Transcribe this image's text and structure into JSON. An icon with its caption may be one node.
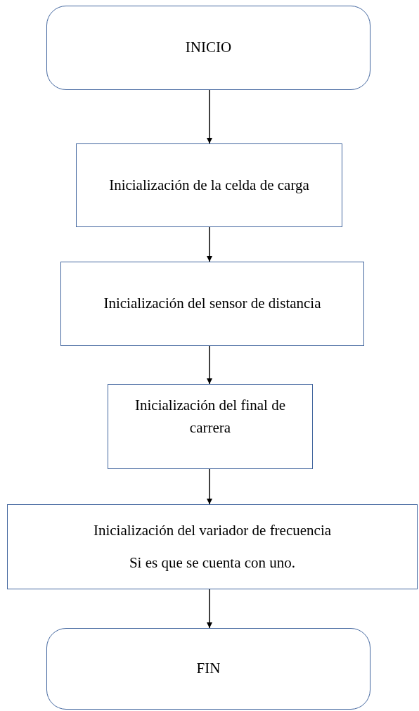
{
  "diagram": {
    "nodes": [
      {
        "text": [
          "INICIO"
        ]
      },
      {
        "text": [
          "Inicialización de la celda de carga"
        ]
      },
      {
        "text": [
          "Inicialización del sensor de distancia"
        ]
      },
      {
        "text": [
          "Inicialización del final de carrera"
        ]
      },
      {
        "text": [
          "Inicialización del variador de frecuencia",
          "Si es que se cuenta con uno."
        ]
      },
      {
        "text": [
          "FIN"
        ]
      }
    ],
    "edges": [
      {
        "from": 0,
        "to": 1,
        "arrow": "to"
      },
      {
        "from": 1,
        "to": 2,
        "arrow": "to"
      },
      {
        "from": 2,
        "to": 3,
        "arrow": "to"
      },
      {
        "from": 3,
        "to": 4,
        "arrow": "to"
      },
      {
        "from": 4,
        "to": 5,
        "arrow": "to"
      }
    ]
  }
}
